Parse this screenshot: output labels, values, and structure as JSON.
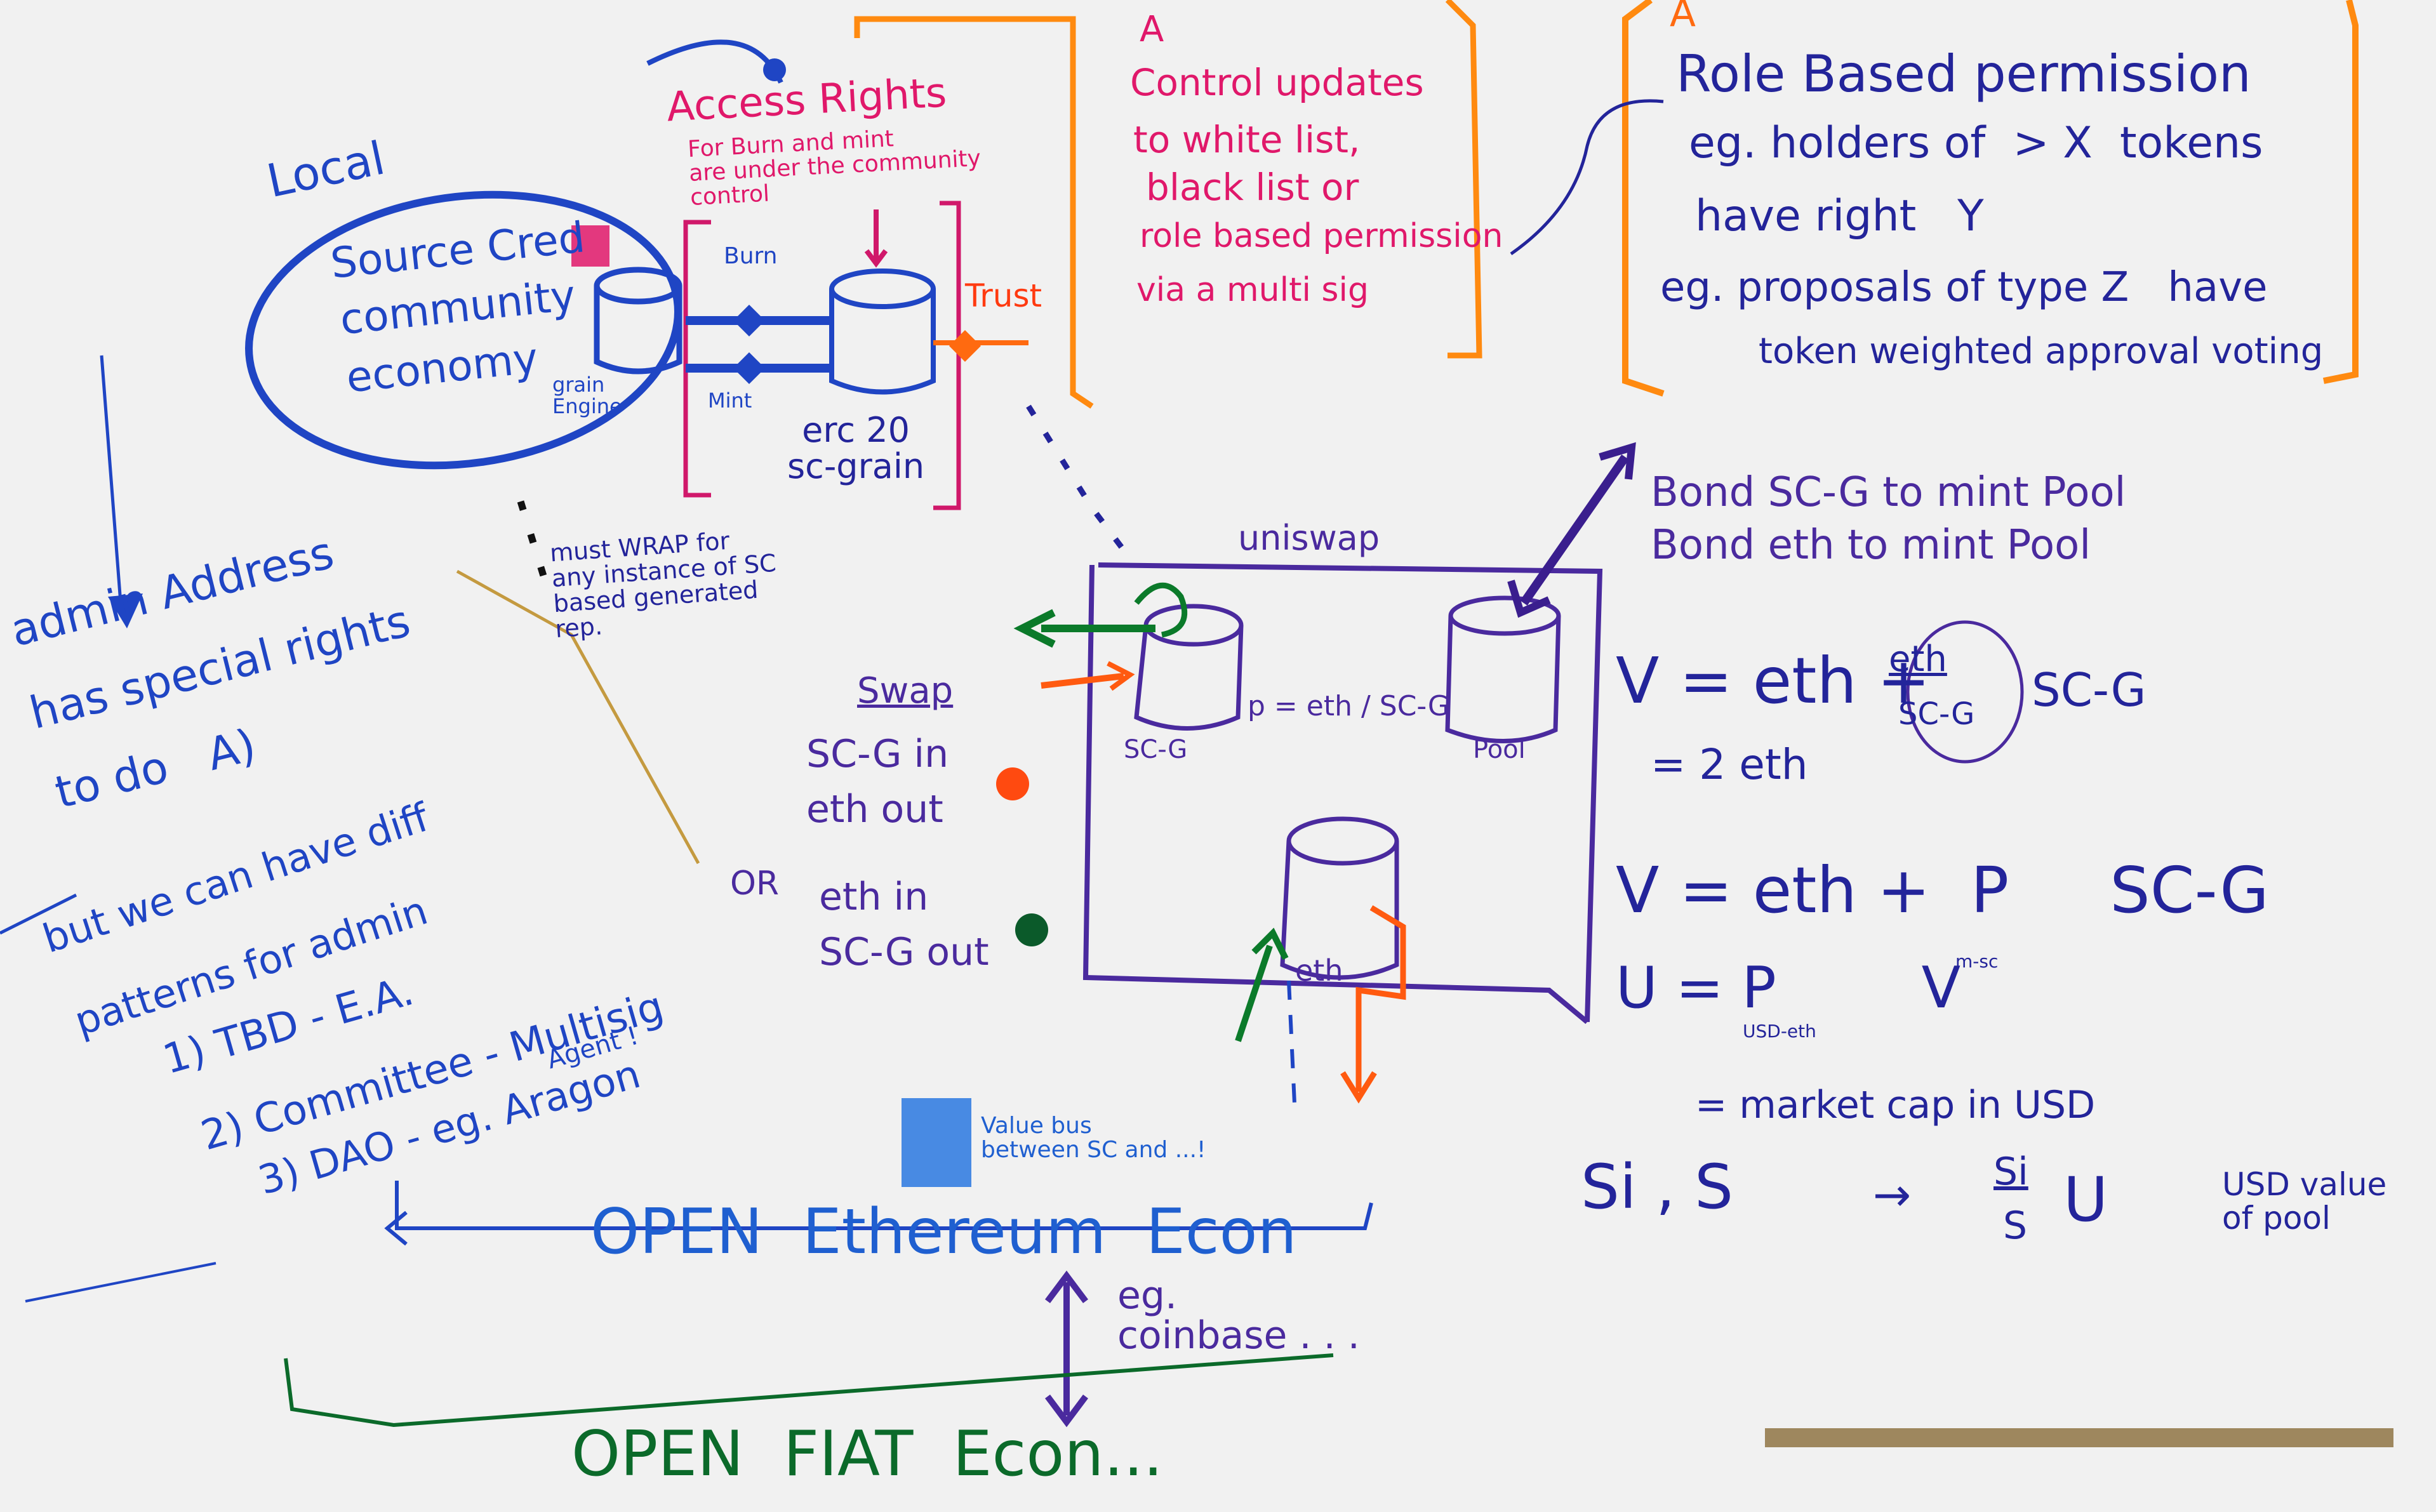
{
  "colors": {
    "board": "#f1f1f1",
    "blue_marker": "#1f45c4",
    "navy_marker": "#23249a",
    "red_marker": "#e0186a",
    "purple_marker": "#4a2a9e",
    "green_marker": "#0b6a2a",
    "orange_marker": "#ff8a10"
  },
  "local": {
    "label": "Local",
    "circle_lines": [
      "Source Cred",
      "community",
      "economy"
    ],
    "grain_engine": "grain\nEngine"
  },
  "access": {
    "title": "Access Rights",
    "note": "For Burn and mint\nare under the community\ncontrol"
  },
  "token": {
    "burn": "Burn",
    "mint": "Mint",
    "trust": "Trust",
    "erc": "erc 20\nsc-grain"
  },
  "must_wrap": "must WRAP for\nany instance of SC\nbased generated\nrep.",
  "control_box": {
    "marker": "A",
    "lines": [
      "Control updates",
      "to white list,",
      "black list or",
      "role based permission",
      "via a multi sig"
    ]
  },
  "role_box": {
    "marker": "A",
    "lines": [
      "Role Based permission",
      "eg. holders of  > X  tokens",
      "have right   Y",
      "eg. proposals of type Z   have",
      "token weighted approval voting"
    ]
  },
  "uniswap": {
    "label": "uniswap",
    "scg": "SC-G",
    "price": "p = eth / SC-G",
    "pool": "Pool",
    "eth": "eth",
    "bond": "Bond SC-G to mint Pool\nBond eth to mint Pool"
  },
  "swap": {
    "title": "Swap",
    "a": "SC-G in\neth out",
    "or": "OR",
    "b": "eth in\nSC-G out"
  },
  "admin": {
    "lines": [
      "admin Address",
      "has special rights",
      "to do   A)",
      "but we can have diff",
      "patterns for admin",
      "1) TBD - E.A.",
      "2) Committee - Multisig",
      "3) DAO - eg. Aragon",
      "Agent !"
    ]
  },
  "formulas": {
    "v1": "V = eth +",
    "ratio_num": "eth",
    "ratio_den": "SC-G",
    "scg": "SC-G",
    "eq_eth": "= 2 eth",
    "v2": "V = eth +  P     SC-G",
    "p_sub": "m-sc",
    "u": "U = P        V",
    "u_sub": "USD-eth",
    "mcap": "= market cap in USD",
    "si": "Si , S",
    "arrow": "→",
    "frac_num": "Si",
    "frac_den": "S",
    "u_hat": "U",
    "usd": "USD value\nof pool"
  },
  "value_bus": "Value bus\nbetween SC and ...!",
  "open_eth": "OPEN  Ethereum  Econ",
  "coinbase": "eg.\ncoinbase . . .",
  "open_fiat": "OPEN  FIAT  Econ..."
}
